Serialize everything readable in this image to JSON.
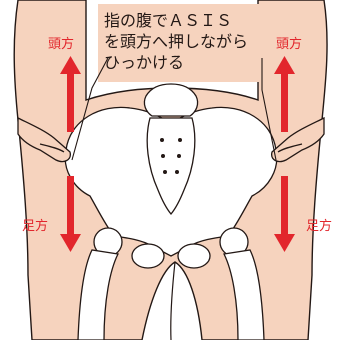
{
  "caption": {
    "line1": "指の腹でＡＳＩＳ",
    "line2": "を頭方へ押しながら",
    "line3": "ひっかける"
  },
  "labels": {
    "cranial_left": "頭方",
    "cranial_right": "頭方",
    "caudal_left": "足方",
    "caudal_right": "足方"
  },
  "colors": {
    "skin": "#f6d3be",
    "outline": "#231815",
    "arrow": "#e2262c",
    "bone": "#ffffff"
  }
}
